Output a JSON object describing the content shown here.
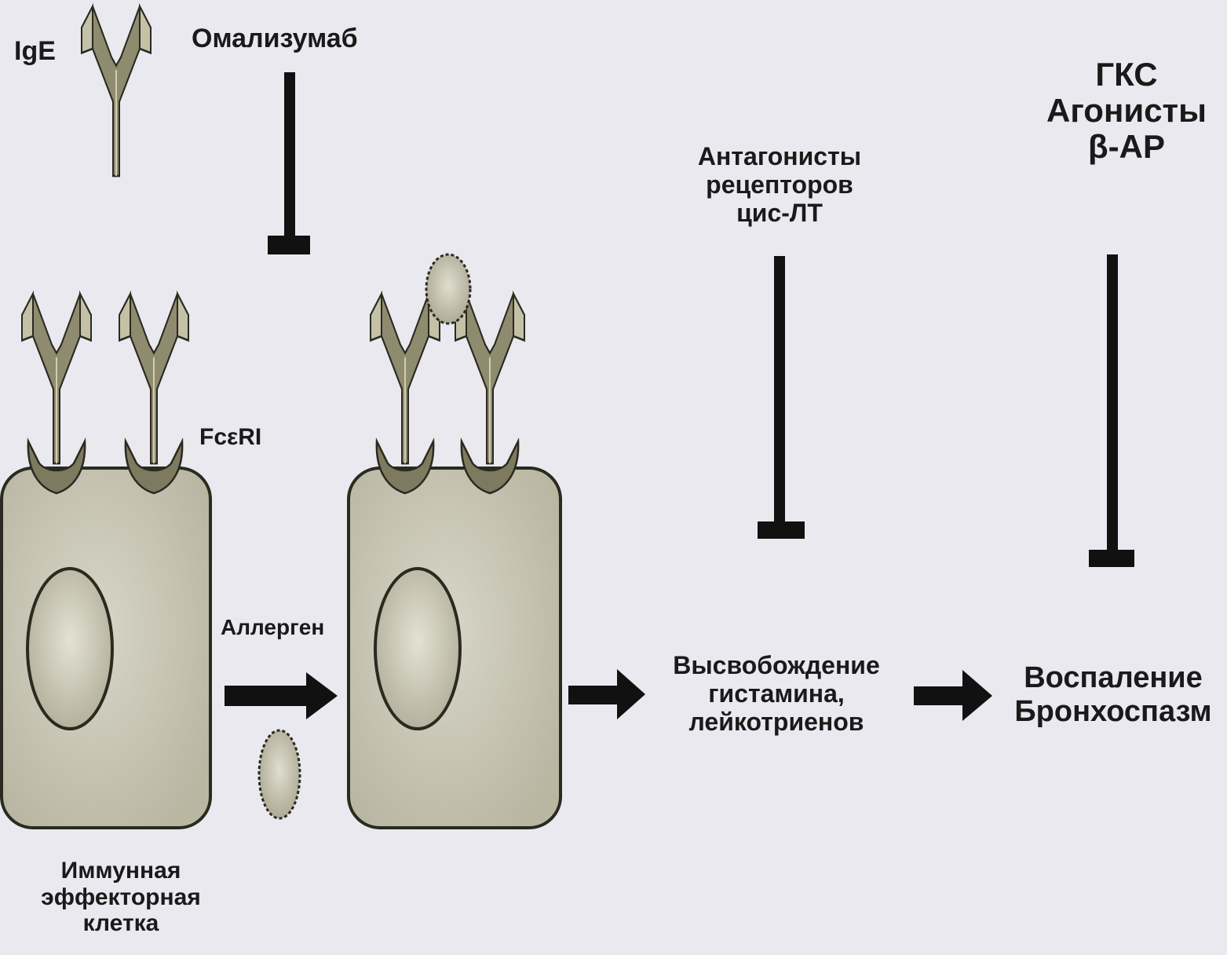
{
  "labels": {
    "ige": "IgE",
    "omalizumab": "Омализумаб",
    "fceri": "FcεRI",
    "allergen": "Аллерген",
    "cell_caption": [
      "Иммунная",
      "эффекторная",
      "клетка"
    ],
    "antagonists": [
      "Антагонисты",
      "рецепторов",
      "цис-ЛТ"
    ],
    "gcs": [
      "ГКС",
      "Агонисты",
      "β-АР"
    ],
    "release": [
      "Высвобождение",
      "гистамина,",
      "лейкотриенов"
    ],
    "outcome": [
      "Воспаление",
      "Бронхоспазм"
    ]
  },
  "colors": {
    "background": "#e9e9ef",
    "cell_fill": "#c9c6b6",
    "cell_outline": "#2a2a20",
    "antibody_fill": "#8e8b6f",
    "antibody_light": "#c4c1a6",
    "receptor_fill": "#7d7a5f",
    "inhibitor": "#111111",
    "text": "#1a1a1a"
  }
}
